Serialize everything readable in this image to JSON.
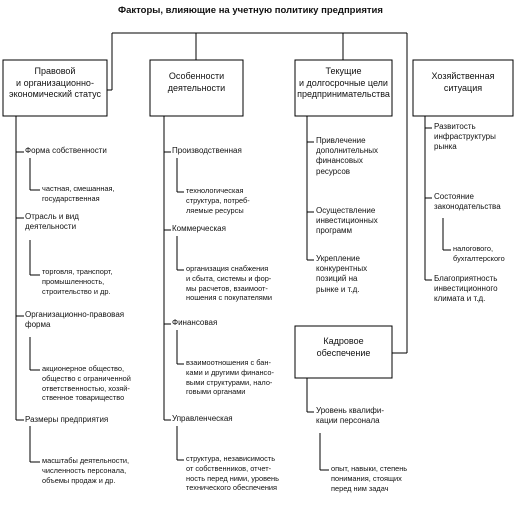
{
  "title": "Факторы, влияющие на учетную политику предприятия",
  "columns": [
    {
      "header": "Правовой\nи организационно-\nэкономический статус",
      "items": [
        {
          "label": "Форма собственности",
          "detail": "частная, смешанная,\nгосударственная"
        },
        {
          "label": "Отрасль и вид\nдеятельности",
          "detail": "торговля, транспорт,\nпромышленность,\nстроительство и др."
        },
        {
          "label": "Организационно-правовая\nформа",
          "detail": "акционерное общество,\nобщество с ограниченной\nответственностью, хозяй-\nственное товарищество"
        },
        {
          "label": "Размеры предприятия",
          "detail": "масштабы деятельности,\nчисленность персонала,\nобъемы продаж и др."
        }
      ]
    },
    {
      "header": "Особенности\nдеятельности",
      "items": [
        {
          "label": "Производственная",
          "detail": "технологическая\nструктура, потреб-\nляемые ресурсы"
        },
        {
          "label": "Коммерческая",
          "detail": "организация снабжения\nи сбыта, системы и фор-\nмы расчетов, взаимоот-\nношения с покупателями"
        },
        {
          "label": "Финансовая",
          "detail": "взаимоотношения с бан-\nками и другими финансо-\nвыми структурами, нало-\nговыми органами"
        },
        {
          "label": "Управленческая",
          "detail": "структура, независимость\nот собственников, отчет-\nность перед ними, уровень\nтехнического обеспечения"
        }
      ]
    },
    {
      "header": "Текущие\nи долгосрочные цели\nпредпринимательства",
      "items": [
        {
          "label": "Привлечение\nдополнительных\nфинансовых\nресурсов"
        },
        {
          "label": "Осуществление\nинвестиционных\nпрограмм"
        },
        {
          "label": "Укрепление\nконкурентных\nпозиций на\nрынке и т.д."
        }
      ]
    },
    {
      "header": "Хозяйственная\nситуация",
      "items": [
        {
          "label": "Развитость\nинфраструктуры\nрынка"
        },
        {
          "label": "Состояние\nзаконодательства",
          "detail": "налогового,\nбухгалтерского"
        },
        {
          "label": "Благоприятность\nинвестиционного\nклимата и т.д."
        }
      ]
    },
    {
      "header": "Кадровое\nобеспечение",
      "items": [
        {
          "label": "Уровень квалифи-\nкации персонала",
          "detail": "опыт, навыки, степень\nпонимания, стоящих\nперед ним задач"
        }
      ]
    }
  ]
}
